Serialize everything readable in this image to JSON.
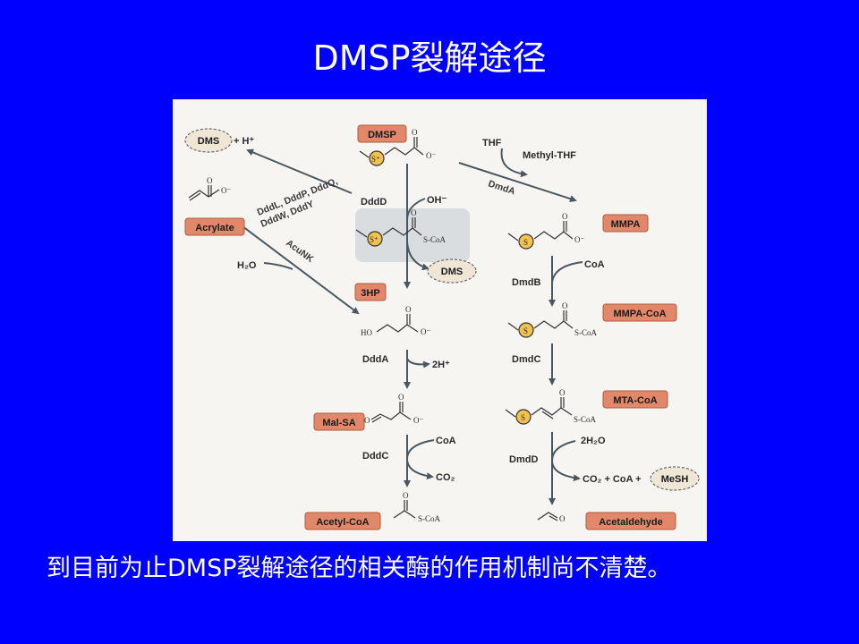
{
  "title": "DMSP裂解途径",
  "caption": "到目前为止DMSP裂解途径的相关酶的作用机制尚不清楚。",
  "colors": {
    "background": "#0000ff",
    "compound_box": "#e2886a",
    "dms_cloud": "#efe6d6",
    "sulfur": "#f2c24e",
    "arrow": "#4a5761",
    "highlight": "#d9dde0"
  },
  "diagram": {
    "compounds": {
      "dmsp": "DMSP",
      "acrylate": "Acrylate",
      "mmpa": "MMPA",
      "hp3": "3HP",
      "mmpa_coa": "MMPA-CoA",
      "mal_sa": "Mal-SA",
      "mta_coa": "MTA-CoA",
      "acetyl_coa": "Acetyl-CoA",
      "acetaldehyde": "Acetaldehyde"
    },
    "dms_labels": {
      "top_left": "DMS",
      "center": "DMS",
      "bottom_right": "MeSH"
    },
    "enzymes": {
      "lyases_line1": "DddL, DddP, DddQ,",
      "lyases_line2": "DddW, DddY",
      "acunk": "AcuNK",
      "dmda": "DmdA",
      "dddd": "DddD",
      "dmdb": "DmdB",
      "ddda": "DddA",
      "dmdc": "DmdC",
      "dddc": "DddC",
      "dmdd": "DmdD"
    },
    "cofactors": {
      "h_plus": "+ H⁺",
      "thf": "THF",
      "methyl_thf": "Methyl-THF",
      "oh_minus": "OH⁻",
      "h2o": "H₂O",
      "coa_dmdb": "CoA",
      "two_h_plus": "2H⁺",
      "coa_dddc": "CoA",
      "co2": "CO₂",
      "two_h2o": "2H₂O",
      "co2_coa": "CO₂ + CoA +"
    },
    "atoms": {
      "s_plus": "S⁺",
      "s": "S",
      "o": "O",
      "o_minus": "O⁻",
      "s_coa": "S-CoA",
      "ho": "HO"
    }
  }
}
